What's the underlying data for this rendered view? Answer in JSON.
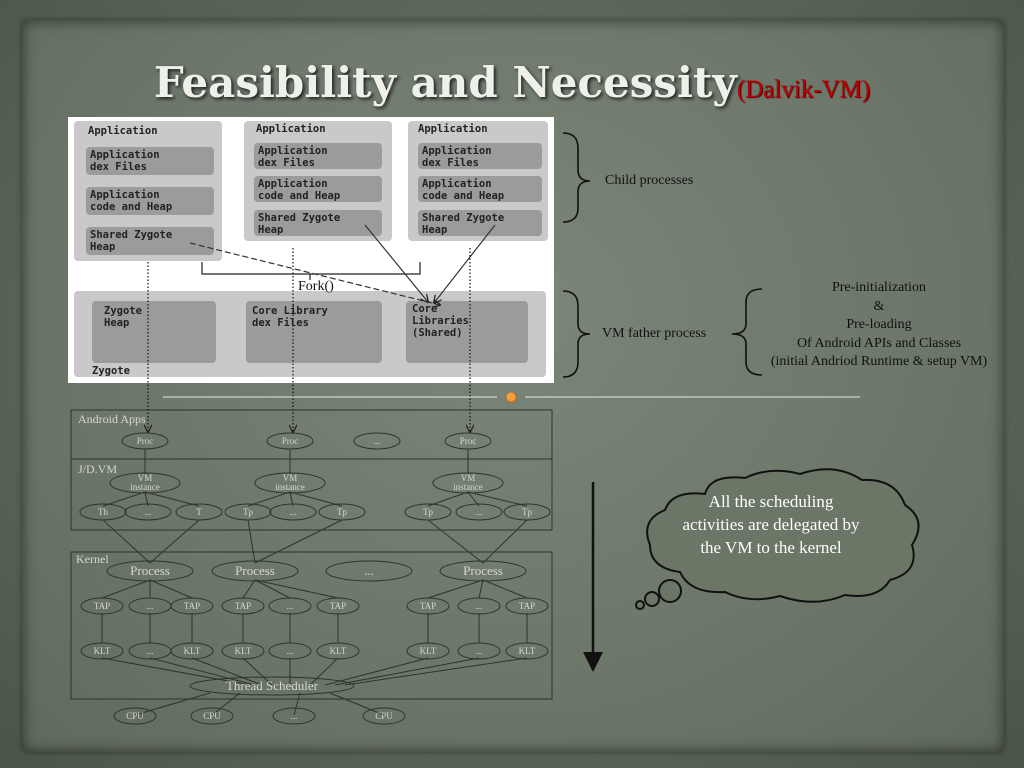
{
  "title": {
    "main": "Feasibility and Necessity",
    "sub": "(Dalvik-VM)"
  },
  "zygote_diagram": {
    "apps": [
      {
        "header": "Application",
        "dex": "Application\ndex Files",
        "code": "Application\ncode and Heap",
        "heap": "Shared Zygote\nHeap"
      },
      {
        "header": "Application",
        "dex": "Application\ndex Files",
        "code": "Application\ncode and Heap",
        "heap": "Shared Zygote\nHeap"
      },
      {
        "header": "Application",
        "dex": "Application\ndex Files",
        "code": "Application\ncode and Heap",
        "heap": "Shared Zygote\nHeap"
      }
    ],
    "fork_label": "Fork()",
    "zygote_heap": "Zygote\nHeap",
    "core_dex": "Core Library\ndex Files",
    "core_shared": "Core\nLibraries\n(Shared)",
    "zygote_label": "Zygote"
  },
  "annotations": {
    "child_processes": "Child processes",
    "vm_father": "VM father process",
    "pre_init": [
      "Pre-initialization",
      "&",
      "Pre-loading",
      "Of Android APIs and Classes",
      "(initial Andriod Runtime & setup VM)"
    ]
  },
  "layers": {
    "android_apps": "Android Apps",
    "jdvm": "J/D.VM",
    "kernel": "Kernel",
    "proc": "Proc",
    "dots": "...",
    "vm_instance": "VM\ninstance",
    "th": "Th",
    "t": "T",
    "tp": "Tp",
    "process": "Process",
    "tap": "TAP",
    "klt": "KLT",
    "thread_scheduler": "Thread Scheduler",
    "cpu": "CPU"
  },
  "cloud": {
    "text": "All the scheduling activities are delegated by the VM to the kernel"
  }
}
